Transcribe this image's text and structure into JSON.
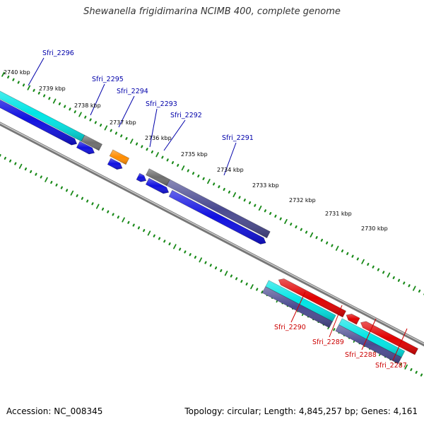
{
  "title": "Shewanella frigidimarina NCIMB 400, complete genome",
  "footer": {
    "accession": "Accession: NC_008345",
    "stats": "Topology: circular; Length: 4,845,257 bp; Genes: 4,161"
  },
  "colors": {
    "cyan": "#00e5e5",
    "blue": "#1010e0",
    "gray": "#6e6e6e",
    "orange": "#ff8c00",
    "navy": "#4a4a90",
    "red": "#e00000",
    "backbone": "#888888",
    "tick": "#1a8a1a",
    "label_top": "#0000aa",
    "label_bottom": "#cc0000"
  },
  "kbp_labels": [
    "2740 kbp",
    "2739 kbp",
    "2738 kbp",
    "2737 kbp",
    "2736 kbp",
    "2735 kbp",
    "2734 kbp",
    "2733 kbp",
    "2732 kbp",
    "2731 kbp",
    "2730 kbp"
  ],
  "genes_top": [
    "Sfri_2296",
    "Sfri_2295",
    "Sfri_2294",
    "Sfri_2293",
    "Sfri_2292",
    "Sfri_2291"
  ],
  "genes_bottom": [
    "Sfri_2290",
    "Sfri_2289",
    "Sfri_2288",
    "Sfri_2287"
  ]
}
